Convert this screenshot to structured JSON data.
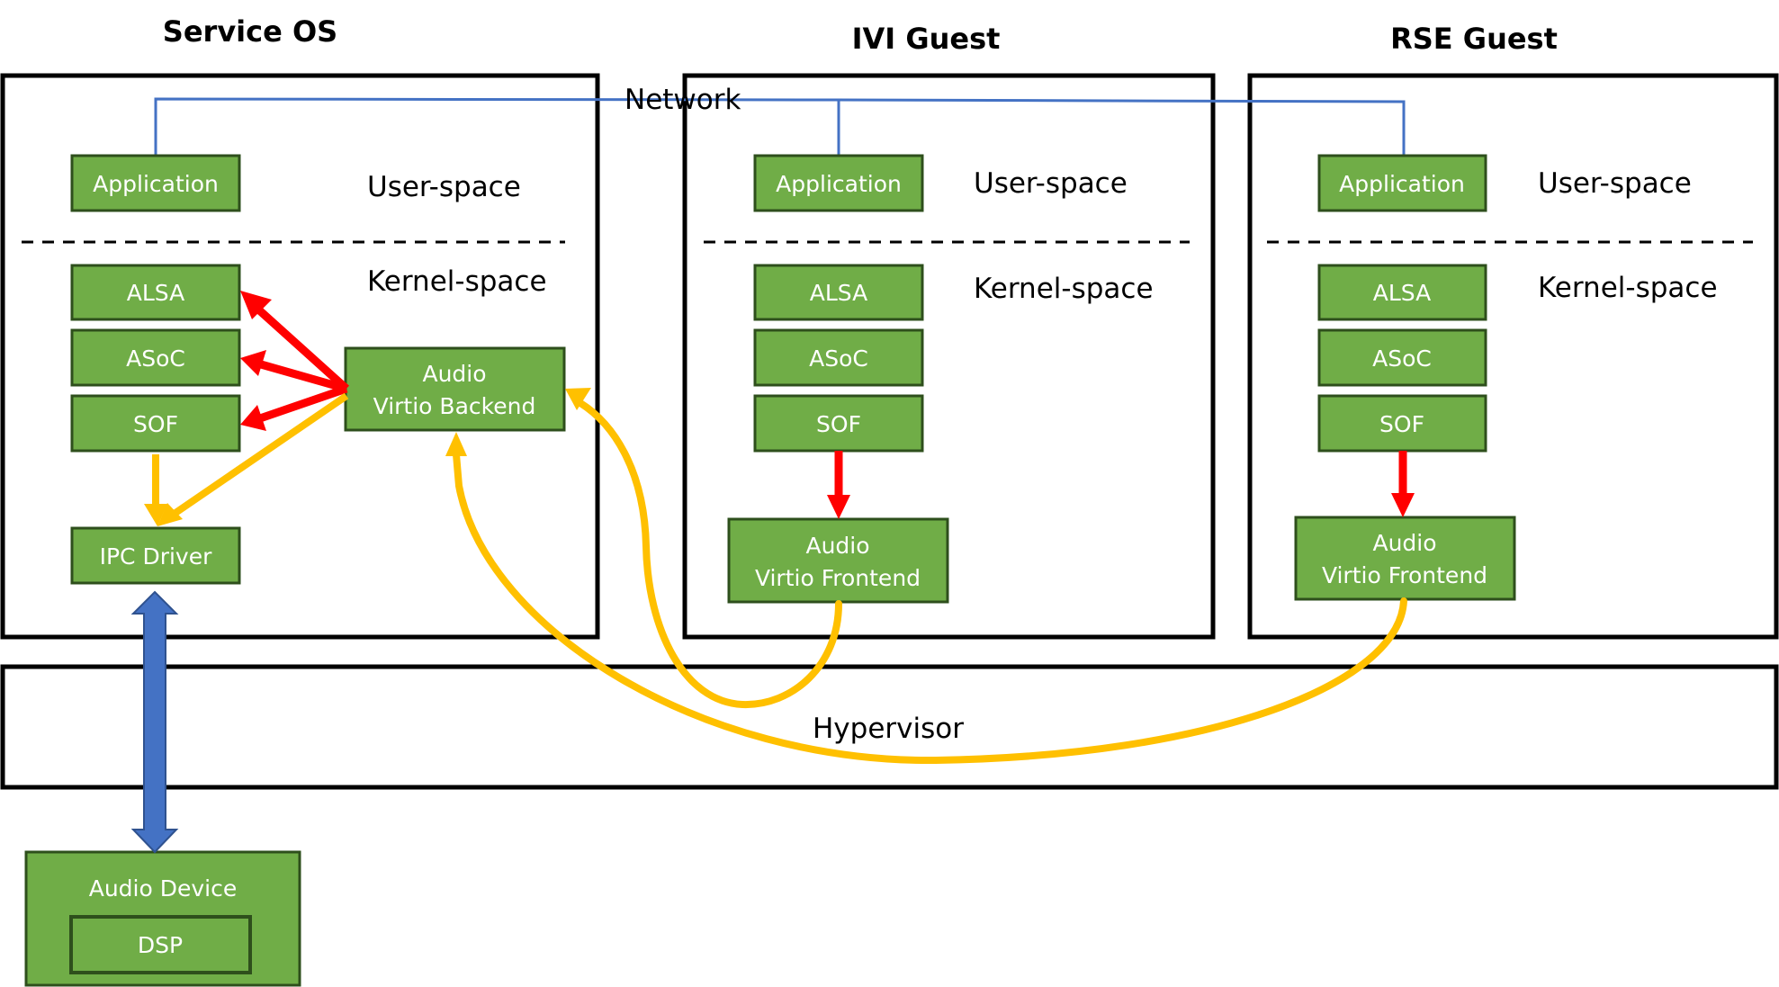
{
  "diagram": {
    "titles": {
      "service_os": "Service OS",
      "ivi_guest": "IVI Guest",
      "rse_guest": "RSE Guest"
    },
    "network_label": "Network",
    "hypervisor_label": "Hypervisor",
    "layer_labels": {
      "user_space": "User-space",
      "kernel_space": "Kernel-space"
    },
    "service_os": {
      "application": "Application",
      "alsa": "ALSA",
      "asoc": "ASoC",
      "sof": "SOF",
      "ipc_driver": "IPC Driver",
      "backend_line1": "Audio",
      "backend_line2": "Virtio Backend"
    },
    "ivi_guest": {
      "application": "Application",
      "alsa": "ALSA",
      "asoc": "ASoC",
      "sof": "SOF",
      "frontend_line1": "Audio",
      "frontend_line2": "Virtio Frontend"
    },
    "rse_guest": {
      "application": "Application",
      "alsa": "ALSA",
      "asoc": "ASoC",
      "sof": "SOF",
      "frontend_line1": "Audio",
      "frontend_line2": "Virtio Frontend"
    },
    "audio_device": {
      "label": "Audio Device",
      "dsp": "DSP"
    },
    "colors": {
      "component_fill": "#70AD47",
      "component_border": "#2E4F1C",
      "network_line": "#4472C4",
      "control_arrow": "#FF0000",
      "data_arrow": "#FFC000",
      "hardware_arrow": "#4472C4"
    }
  }
}
